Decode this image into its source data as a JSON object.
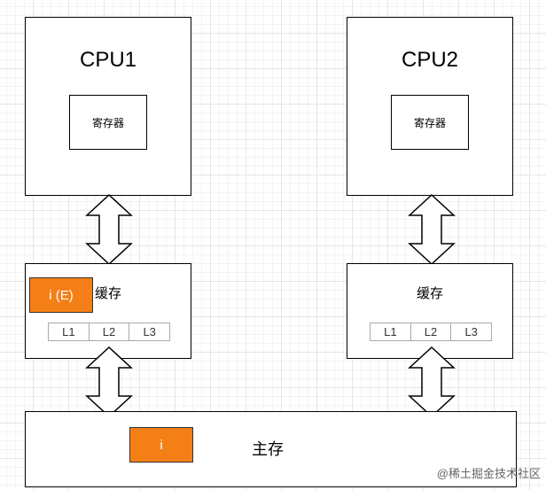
{
  "cpus": [
    {
      "title": "CPU1",
      "register_label": "寄存器"
    },
    {
      "title": "CPU2",
      "register_label": "寄存器"
    }
  ],
  "caches": [
    {
      "title": "缓存",
      "levels": [
        "L1",
        "L2",
        "L3"
      ],
      "tag": "i (E)"
    },
    {
      "title": "缓存",
      "levels": [
        "L1",
        "L2",
        "L3"
      ]
    }
  ],
  "main_memory": {
    "title": "主存",
    "tag": "i"
  },
  "colors": {
    "highlight": "#f57f17",
    "border": "#000000"
  },
  "watermark": "@稀土掘金技术社区"
}
